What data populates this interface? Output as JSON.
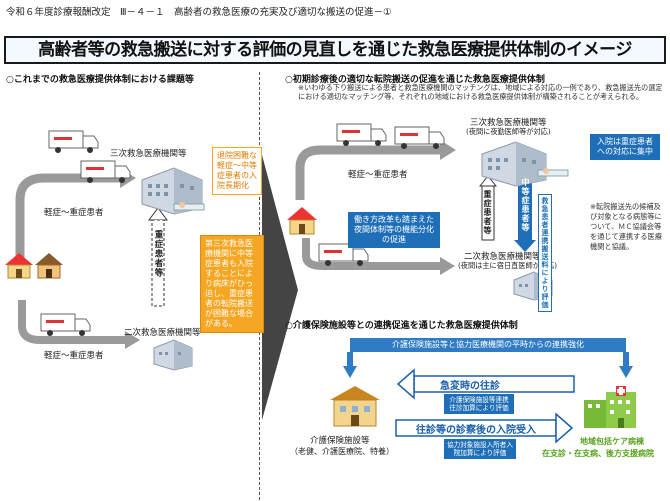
{
  "header": "令和６年度診療報酬改定　Ⅲ－４－１　高齢者の救急医療の充実及び適切な搬送の促進－①",
  "title": "高齢者等の救急搬送に対する評価の見直しを通じた救急医療提供体制のイメージ",
  "left": {
    "section_title": "○これまでの救急医療提供体制における課題等",
    "tertiary_label": "三次救急医療機関等",
    "secondary_label": "二次救急医療機関等",
    "mild_severe_label": "軽症～重症患者",
    "mild_severe_label2": "軽症～重症患者",
    "issue_box1": "退院困難な軽症～中等症患者の入院長期化",
    "issue_box2": "第三次救急医療機関に中等症患者も入院することにより病床がひっ迫し、重症患者の転院搬送が困難な場合がある。",
    "vertical_label": "重症患者等"
  },
  "right_top": {
    "section_title": "○初期診療後の適切な転院搬送の促進を通じた救急医療提供体制",
    "note": "※いわゆる下り搬送による患者と救急医療機関のマッチングは、地域による対応の一例であり、救急搬送先の選定における適切なマッチング等、それぞれの地域における救急医療提供体制が構築されることが考えられる。",
    "tertiary_label": "三次救急医療機関等",
    "tertiary_sub": "(夜間に夜勤医師等が対応)",
    "secondary_label": "二次救急医療機関等",
    "secondary_sub": "(夜間は主に宿日直医師が対応)",
    "mild_severe_label": "軽症～重症患者",
    "blue_box1": "入院は重症患者への対応に集中",
    "blue_box2": "働き方改革も踏まえた夜間体制等の機能分化の促進",
    "vert_severe": "重症患者等",
    "vert_medium": "中等症患者等",
    "vert_transfer": "救急患者連携搬送料により評価",
    "side_note": "※転院搬送先の候補及び対象となる病態等について、ＭＣ協議会等を通じて連携する医療機関と協議。"
  },
  "right_bottom": {
    "section_title": "○介護保険施設等との連携促進を通じた救急医療提供体制",
    "band": "介護保険施設等と協力医療機関の平時からの連携強化",
    "arrow1": "急変時の往診",
    "arrow1_box": "介護保険施設等連携往診加算により評価",
    "arrow2": "往診等の診察後の入院受入",
    "arrow2_box": "協力対象施設入所者入院加算により評価",
    "facility_label": "介護保険施設等",
    "facility_sub": "（老健、介護医療院、特養）",
    "hospital_label": "地域包括ケア病棟",
    "hospital_sub": "在支診・在支病、後方支援病院"
  },
  "colors": {
    "orange": "#f5a623",
    "blue": "#1f6fb8",
    "green": "#5aa21e"
  }
}
